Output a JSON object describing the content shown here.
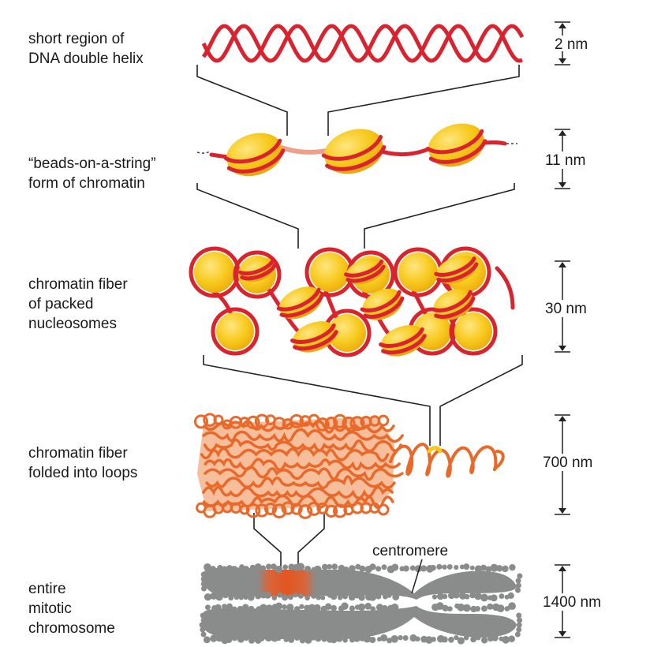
{
  "levels": [
    {
      "id": "dna",
      "label_lines": [
        "short region of",
        "DNA double helix"
      ],
      "scale": "2 nm"
    },
    {
      "id": "beads",
      "label_lines": [
        "“beads-on-a-string”",
        "form of chromatin"
      ],
      "scale": "11 nm"
    },
    {
      "id": "fiber",
      "label_lines": [
        "chromatin fiber",
        "of packed",
        "nucleosomes"
      ],
      "scale": "30 nm"
    },
    {
      "id": "loops",
      "label_lines": [
        "chromatin fiber",
        "folded into loops"
      ],
      "scale": "700 nm"
    },
    {
      "id": "chromosome",
      "label_lines": [
        "entire",
        "mitotic",
        "chromosome"
      ],
      "scale": "1400 nm"
    }
  ],
  "annotations": {
    "centromere": "centromere"
  },
  "colors": {
    "dna_red": "#d9232e",
    "nucleosome_yellow": "#f7c91b",
    "linker_pink": "#f0a08a",
    "loop_orange": "#e8692a",
    "loop_fill": "#f6b38a",
    "chromosome_gray": "#8a8c8b",
    "band_orange": "#e05a2a"
  }
}
